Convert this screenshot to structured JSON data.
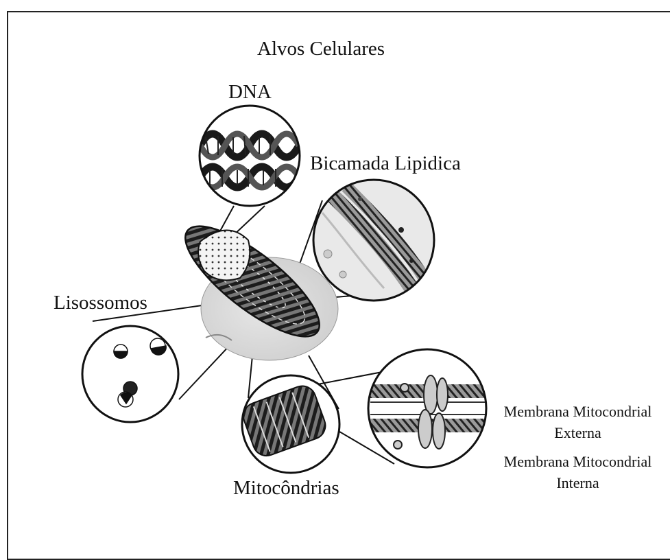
{
  "diagram": {
    "title": "Alvos Celulares",
    "labels": {
      "dna": "DNA",
      "bilayer": "Bicamada Lipidica",
      "lysosomes": "Lisossomos",
      "mitochondria": "Mitocôndrias",
      "outer_membrane_1": "Membrana Mitocondrial",
      "outer_membrane_2": "Externa",
      "inner_membrane_1": "Membrana Mitocondrial",
      "inner_membrane_2": "Interna"
    }
  }
}
